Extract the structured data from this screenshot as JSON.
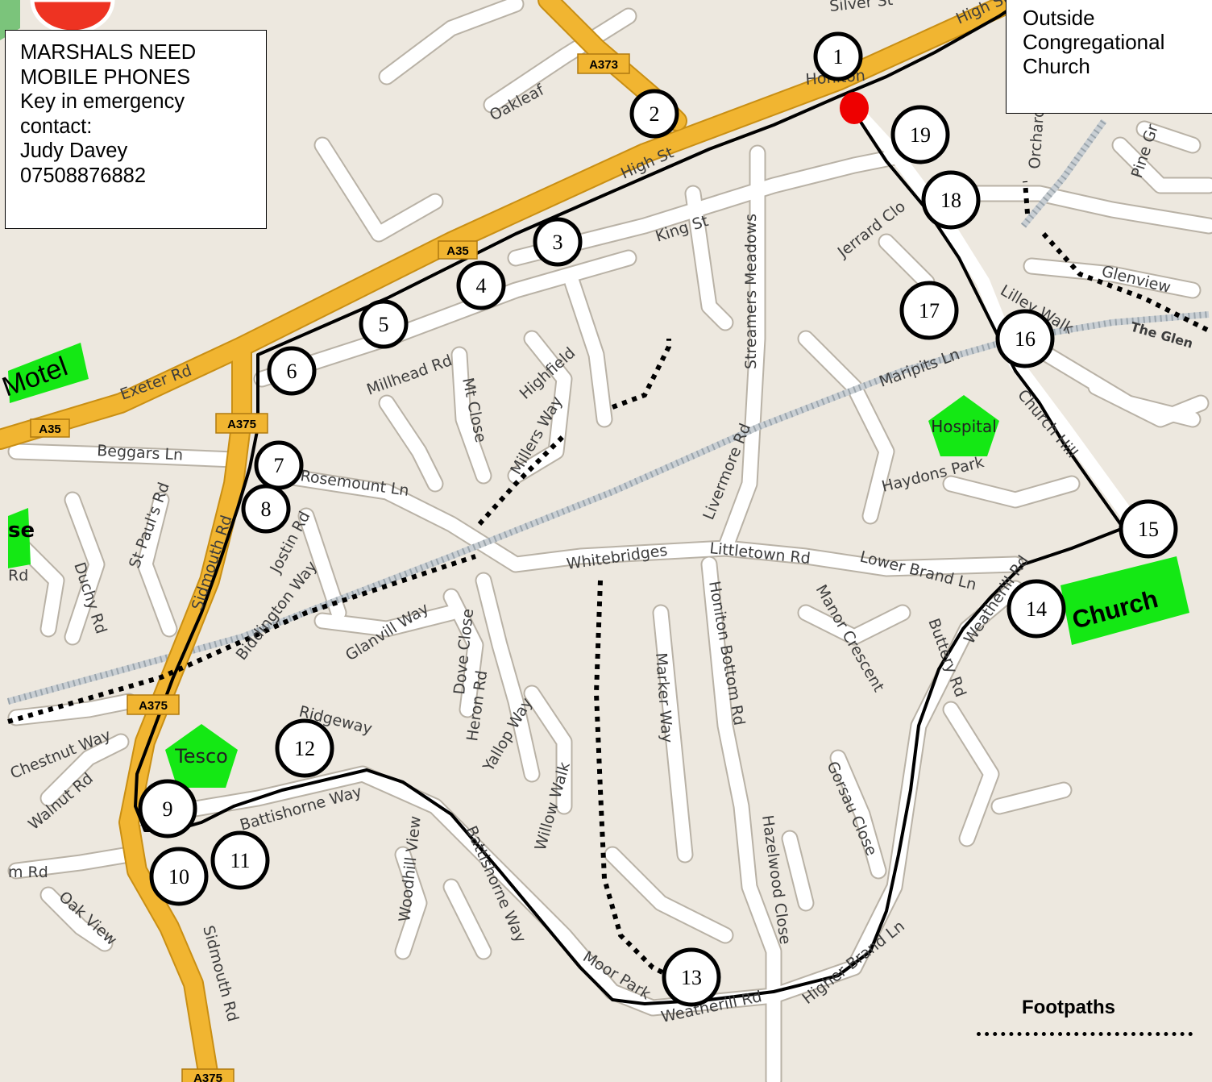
{
  "notice": {
    "lines": [
      "MARSHALS NEED",
      "MOBILE PHONES",
      "Key in emergency",
      "contact:",
      "Judy Davey",
      "07508876882"
    ]
  },
  "start_box": {
    "lines": [
      "Outside",
      "Congregational",
      "Church"
    ]
  },
  "legend": {
    "label": "Footpaths"
  },
  "markers": [
    "1",
    "2",
    "3",
    "4",
    "5",
    "6",
    "7",
    "8",
    "9",
    "10",
    "11",
    "12",
    "13",
    "14",
    "15",
    "16",
    "17",
    "18",
    "19"
  ],
  "shields": [
    "A373",
    "A35",
    "A35",
    "A375",
    "A375",
    "A375"
  ],
  "street_labels": [
    "High St",
    "High St",
    "King St",
    "Millhead Rd",
    "Exeter Rd",
    "Beggars Ln",
    "Rosemount Ln",
    "Sidmouth Rd",
    "Sidmouth Rd",
    "St Paul's Rd",
    "Duchy Rd",
    "Jostin Rd",
    "Mt Close",
    "Highfield",
    "Millers Way",
    "Streamers Meadows",
    "Jerrard Clo",
    "Glenview",
    "The Glen",
    "Lilley Walk",
    "Church Hill",
    "Maripits Ln",
    "Haydons Park",
    "Livermore Rd",
    "Littletown Rd",
    "Whitebridges",
    "Lower Brand Ln",
    "Manor Crescent",
    "Buttery Rd",
    "Honiton Bottom Rd",
    "Marker Way",
    "Glanvill Way",
    "Dove Close",
    "Biddington Way",
    "Ridgeway",
    "Heron Rd",
    "Yallop Way",
    "Battishorne Way",
    "Battishorne Way",
    "Willow Walk",
    "Woodhill View",
    "Chestnut Way",
    "Walnut Rd",
    "Oak View",
    "Moor Park",
    "Weatherill Rd",
    "Higher Brand Ln",
    "Hazelwood Close",
    "Gorsau Close",
    "Oakleaf",
    "Silver St",
    "Pine Gr",
    "Orchard",
    "Honiton",
    "m Rd",
    "Rd",
    "se",
    "Weatherill Rd"
  ],
  "poi": {
    "hospital": "Hospital",
    "tesco": "Tesco",
    "church": "Church",
    "motel": "Motel"
  },
  "colors": {
    "background": "#ede8df",
    "road": "#ffffff",
    "major_road": "#f1b531",
    "poi_green": "#14e814",
    "start_dot": "#ee0000",
    "route": "#000000",
    "railway": "#c9cfd4"
  }
}
